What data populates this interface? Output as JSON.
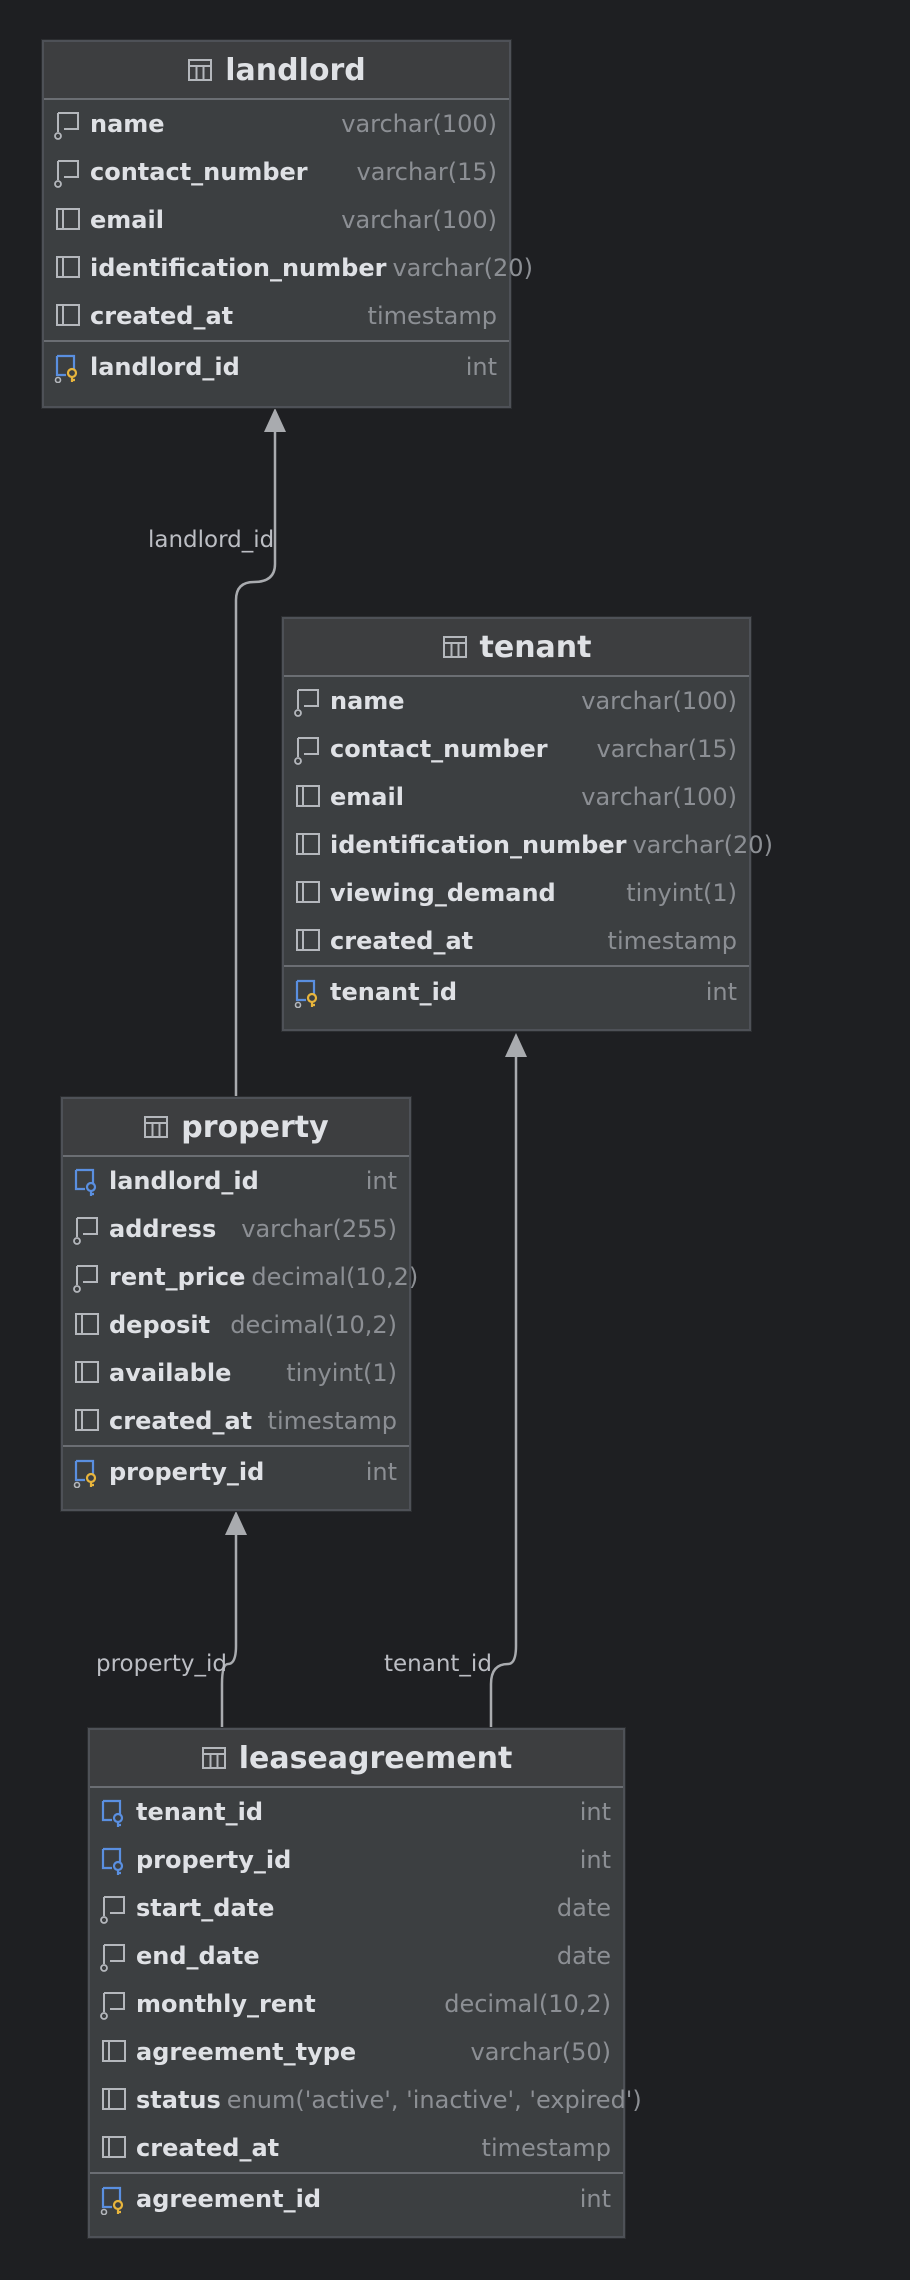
{
  "tables": {
    "landlord": {
      "name": "landlord",
      "rows": [
        {
          "name": "name",
          "type": "varchar(100)",
          "icon": "column-notnull-icon"
        },
        {
          "name": "contact_number",
          "type": "varchar(15)",
          "icon": "column-notnull-icon"
        },
        {
          "name": "email",
          "type": "varchar(100)",
          "icon": "column-icon"
        },
        {
          "name": "identification_number",
          "type": "varchar(20)",
          "icon": "column-icon"
        },
        {
          "name": "created_at",
          "type": "timestamp",
          "icon": "column-icon"
        }
      ],
      "pk": {
        "name": "landlord_id",
        "type": "int",
        "icon": "primary-key-icon"
      }
    },
    "tenant": {
      "name": "tenant",
      "rows": [
        {
          "name": "name",
          "type": "varchar(100)",
          "icon": "column-notnull-icon"
        },
        {
          "name": "contact_number",
          "type": "varchar(15)",
          "icon": "column-notnull-icon"
        },
        {
          "name": "email",
          "type": "varchar(100)",
          "icon": "column-icon"
        },
        {
          "name": "identification_number",
          "type": "varchar(20)",
          "icon": "column-icon"
        },
        {
          "name": "viewing_demand",
          "type": "tinyint(1)",
          "icon": "column-icon"
        },
        {
          "name": "created_at",
          "type": "timestamp",
          "icon": "column-icon"
        }
      ],
      "pk": {
        "name": "tenant_id",
        "type": "int",
        "icon": "primary-key-icon"
      }
    },
    "property": {
      "name": "property",
      "rows": [
        {
          "name": "landlord_id",
          "type": "int",
          "icon": "foreign-key-icon"
        },
        {
          "name": "address",
          "type": "varchar(255)",
          "icon": "column-notnull-icon"
        },
        {
          "name": "rent_price",
          "type": "decimal(10,2)",
          "icon": "column-notnull-icon"
        },
        {
          "name": "deposit",
          "type": "decimal(10,2)",
          "icon": "column-icon"
        },
        {
          "name": "available",
          "type": "tinyint(1)",
          "icon": "column-icon"
        },
        {
          "name": "created_at",
          "type": "timestamp",
          "icon": "column-icon"
        }
      ],
      "pk": {
        "name": "property_id",
        "type": "int",
        "icon": "primary-key-icon"
      }
    },
    "leaseagreement": {
      "name": "leaseagreement",
      "rows": [
        {
          "name": "tenant_id",
          "type": "int",
          "icon": "foreign-key-icon"
        },
        {
          "name": "property_id",
          "type": "int",
          "icon": "foreign-key-icon"
        },
        {
          "name": "start_date",
          "type": "date",
          "icon": "column-notnull-icon"
        },
        {
          "name": "end_date",
          "type": "date",
          "icon": "column-notnull-icon"
        },
        {
          "name": "monthly_rent",
          "type": "decimal(10,2)",
          "icon": "column-notnull-icon"
        },
        {
          "name": "agreement_type",
          "type": "varchar(50)",
          "icon": "column-icon"
        },
        {
          "name": "status",
          "type": "enum('active', 'inactive', 'expired')",
          "icon": "column-icon"
        },
        {
          "name": "created_at",
          "type": "timestamp",
          "icon": "column-icon"
        }
      ],
      "pk": {
        "name": "agreement_id",
        "type": "int",
        "icon": "primary-key-icon"
      }
    }
  },
  "edges": {
    "property_landlord": "landlord_id",
    "lease_tenant": "tenant_id",
    "lease_property": "property_id"
  },
  "colors": {
    "background": "#1e1f22",
    "table_body": "#3c3f41",
    "edge": "#a9abaf",
    "key_gold": "#e8b53c",
    "key_blue": "#5a8fe0"
  }
}
